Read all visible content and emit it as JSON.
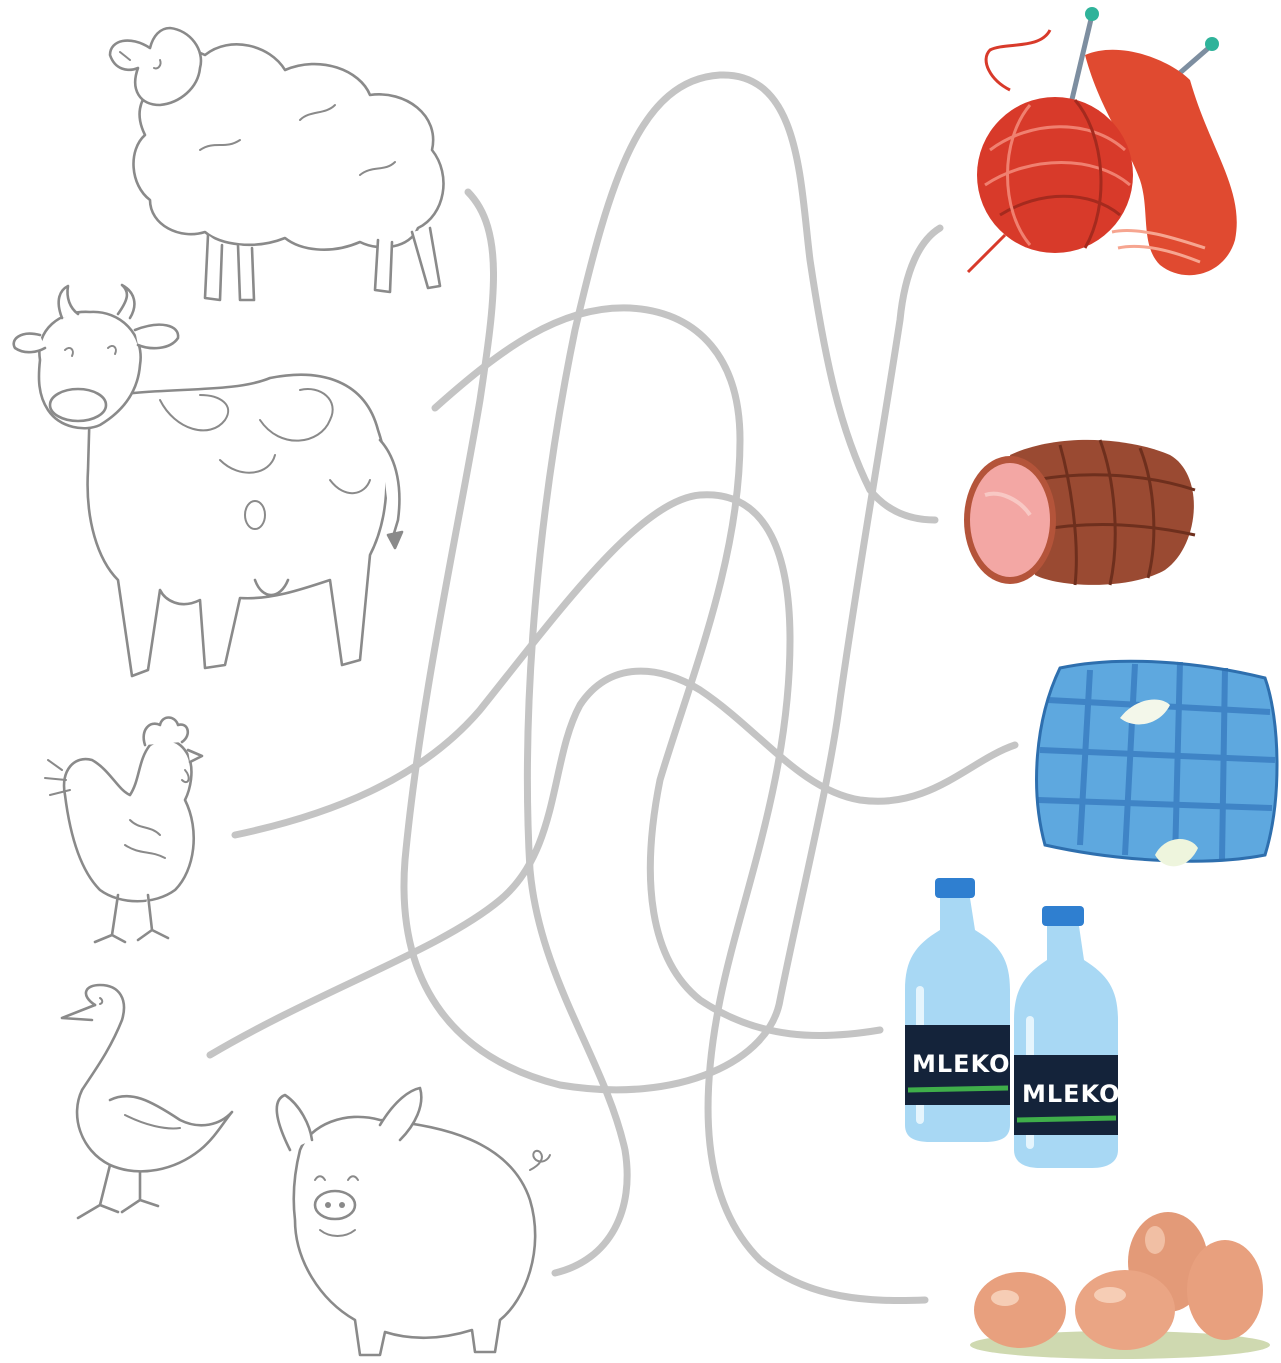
{
  "worksheet": {
    "bottle_label": "MLEKO",
    "animals": [
      {
        "id": "sheep",
        "icon": "sheep-icon"
      },
      {
        "id": "cow",
        "icon": "cow-icon"
      },
      {
        "id": "rooster",
        "icon": "rooster-icon"
      },
      {
        "id": "goose",
        "icon": "goose-icon"
      },
      {
        "id": "pig",
        "icon": "pig-icon"
      }
    ],
    "products": [
      {
        "id": "wool",
        "icon": "yarn-and-knitting-icon"
      },
      {
        "id": "ham",
        "icon": "ham-icon"
      },
      {
        "id": "pillow",
        "icon": "feather-pillow-icon"
      },
      {
        "id": "milk",
        "icon": "milk-bottles-icon"
      },
      {
        "id": "eggs",
        "icon": "eggs-icon"
      }
    ]
  },
  "colors": {
    "maze_line": "#c4c4c4",
    "outline": "#8a8a8a",
    "yarn": "#d63a2a",
    "ham": "#9a4a32",
    "pillow": "#5ea8df",
    "bottle": "#9fd2f2",
    "egg": "#e8a07e"
  }
}
